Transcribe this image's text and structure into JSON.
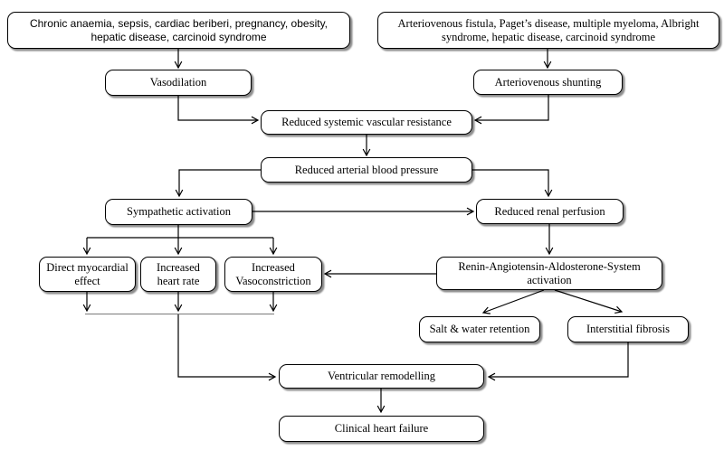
{
  "diagram": {
    "colors": {
      "background": "#ffffff",
      "node_fill": "#ffffff",
      "node_border": "#000000",
      "connector": "#000000",
      "junction_line": "#7a7a7a"
    },
    "nodes": [
      {
        "id": "causes-vasodilation",
        "label": "Chronic anaemia, sepsis, cardiac beriberi, pregnancy, obesity, hepatic disease, carcinoid syndrome"
      },
      {
        "id": "causes-shunting",
        "label": "Arteriovenous fistula, Paget’s disease, multiple myeloma, Albright syndrome, hepatic disease, carcinoid syndrome"
      },
      {
        "id": "vasodilation",
        "label": "Vasodilation"
      },
      {
        "id": "arteriovenous-shunting",
        "label": "Arteriovenous shunting"
      },
      {
        "id": "reduced-svr",
        "label": "Reduced systemic vascular resistance"
      },
      {
        "id": "reduced-abp",
        "label": "Reduced arterial blood pressure"
      },
      {
        "id": "sympathetic-activation",
        "label": "Sympathetic activation"
      },
      {
        "id": "reduced-renal-perfusion",
        "label": "Reduced renal perfusion"
      },
      {
        "id": "direct-myocardial-effect",
        "label": "Direct myocardial effect"
      },
      {
        "id": "increased-heart-rate",
        "label": "Increased heart rate"
      },
      {
        "id": "increased-vasoconstriction",
        "label": "Increased Vasoconstriction"
      },
      {
        "id": "raas-activation",
        "label": "Renin-Angiotensin-Aldosterone-System activation"
      },
      {
        "id": "salt-water-retention",
        "label": "Salt & water retention"
      },
      {
        "id": "interstitial-fibrosis",
        "label": "Interstitial fibrosis"
      },
      {
        "id": "ventricular-remodelling",
        "label": "Ventricular remodelling"
      },
      {
        "id": "clinical-heart-failure",
        "label": "Clinical heart failure"
      }
    ],
    "edges": [
      {
        "from": "causes-vasodilation",
        "to": "vasodilation"
      },
      {
        "from": "causes-shunting",
        "to": "arteriovenous-shunting"
      },
      {
        "from": "vasodilation",
        "to": "reduced-svr"
      },
      {
        "from": "arteriovenous-shunting",
        "to": "reduced-svr"
      },
      {
        "from": "reduced-svr",
        "to": "reduced-abp"
      },
      {
        "from": "reduced-abp",
        "to": "sympathetic-activation"
      },
      {
        "from": "reduced-abp",
        "to": "reduced-renal-perfusion"
      },
      {
        "from": "sympathetic-activation",
        "to": "reduced-renal-perfusion"
      },
      {
        "from": "sympathetic-activation",
        "to": "direct-myocardial-effect"
      },
      {
        "from": "sympathetic-activation",
        "to": "increased-heart-rate"
      },
      {
        "from": "sympathetic-activation",
        "to": "increased-vasoconstriction"
      },
      {
        "from": "reduced-renal-perfusion",
        "to": "raas-activation"
      },
      {
        "from": "raas-activation",
        "to": "increased-vasoconstriction"
      },
      {
        "from": "raas-activation",
        "to": "salt-water-retention"
      },
      {
        "from": "raas-activation",
        "to": "interstitial-fibrosis"
      },
      {
        "from": "direct-myocardial-effect",
        "to": "ventricular-remodelling"
      },
      {
        "from": "increased-heart-rate",
        "to": "ventricular-remodelling"
      },
      {
        "from": "increased-vasoconstriction",
        "to": "ventricular-remodelling"
      },
      {
        "from": "interstitial-fibrosis",
        "to": "ventricular-remodelling"
      },
      {
        "from": "ventricular-remodelling",
        "to": "clinical-heart-failure"
      }
    ]
  }
}
